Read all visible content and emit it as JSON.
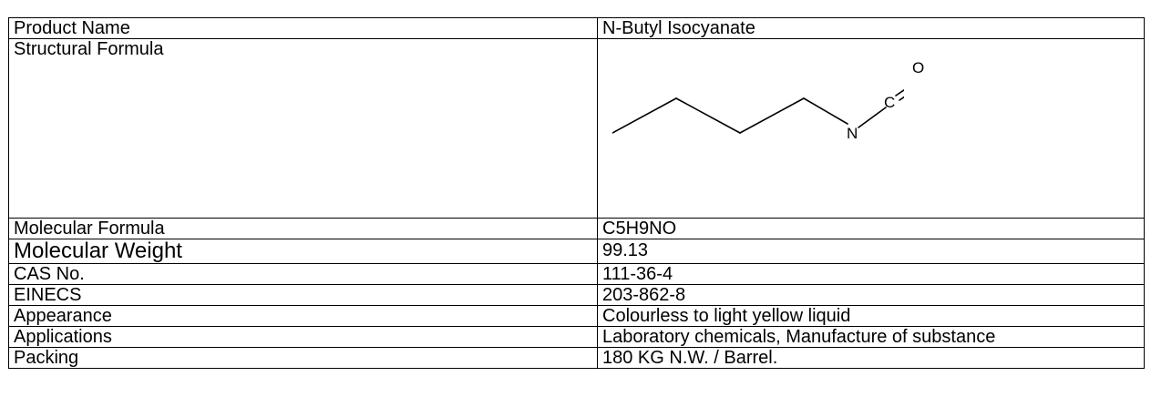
{
  "rows": [
    {
      "label": "Product Name",
      "value": "N-Butyl Isocyanate"
    },
    {
      "label": "Structural Formula",
      "value": ""
    },
    {
      "label": "Molecular Formula",
      "value": "C5H9NO"
    },
    {
      "label": "Molecular Weight",
      "value": "99.13"
    },
    {
      "label": "CAS No.",
      "value": "111-36-4"
    },
    {
      "label": "EINECS",
      "value": "203-862-8"
    },
    {
      "label": "Appearance",
      "value": "Colourless to light yellow liquid"
    },
    {
      "label": "Applications",
      "value": "Laboratory chemicals, Manufacture of substance"
    },
    {
      "label": "Packing",
      "value": "180 KG N.W. / Barrel."
    }
  ],
  "structure": {
    "atom_n": "N",
    "atom_c": "C",
    "atom_o": "O"
  }
}
